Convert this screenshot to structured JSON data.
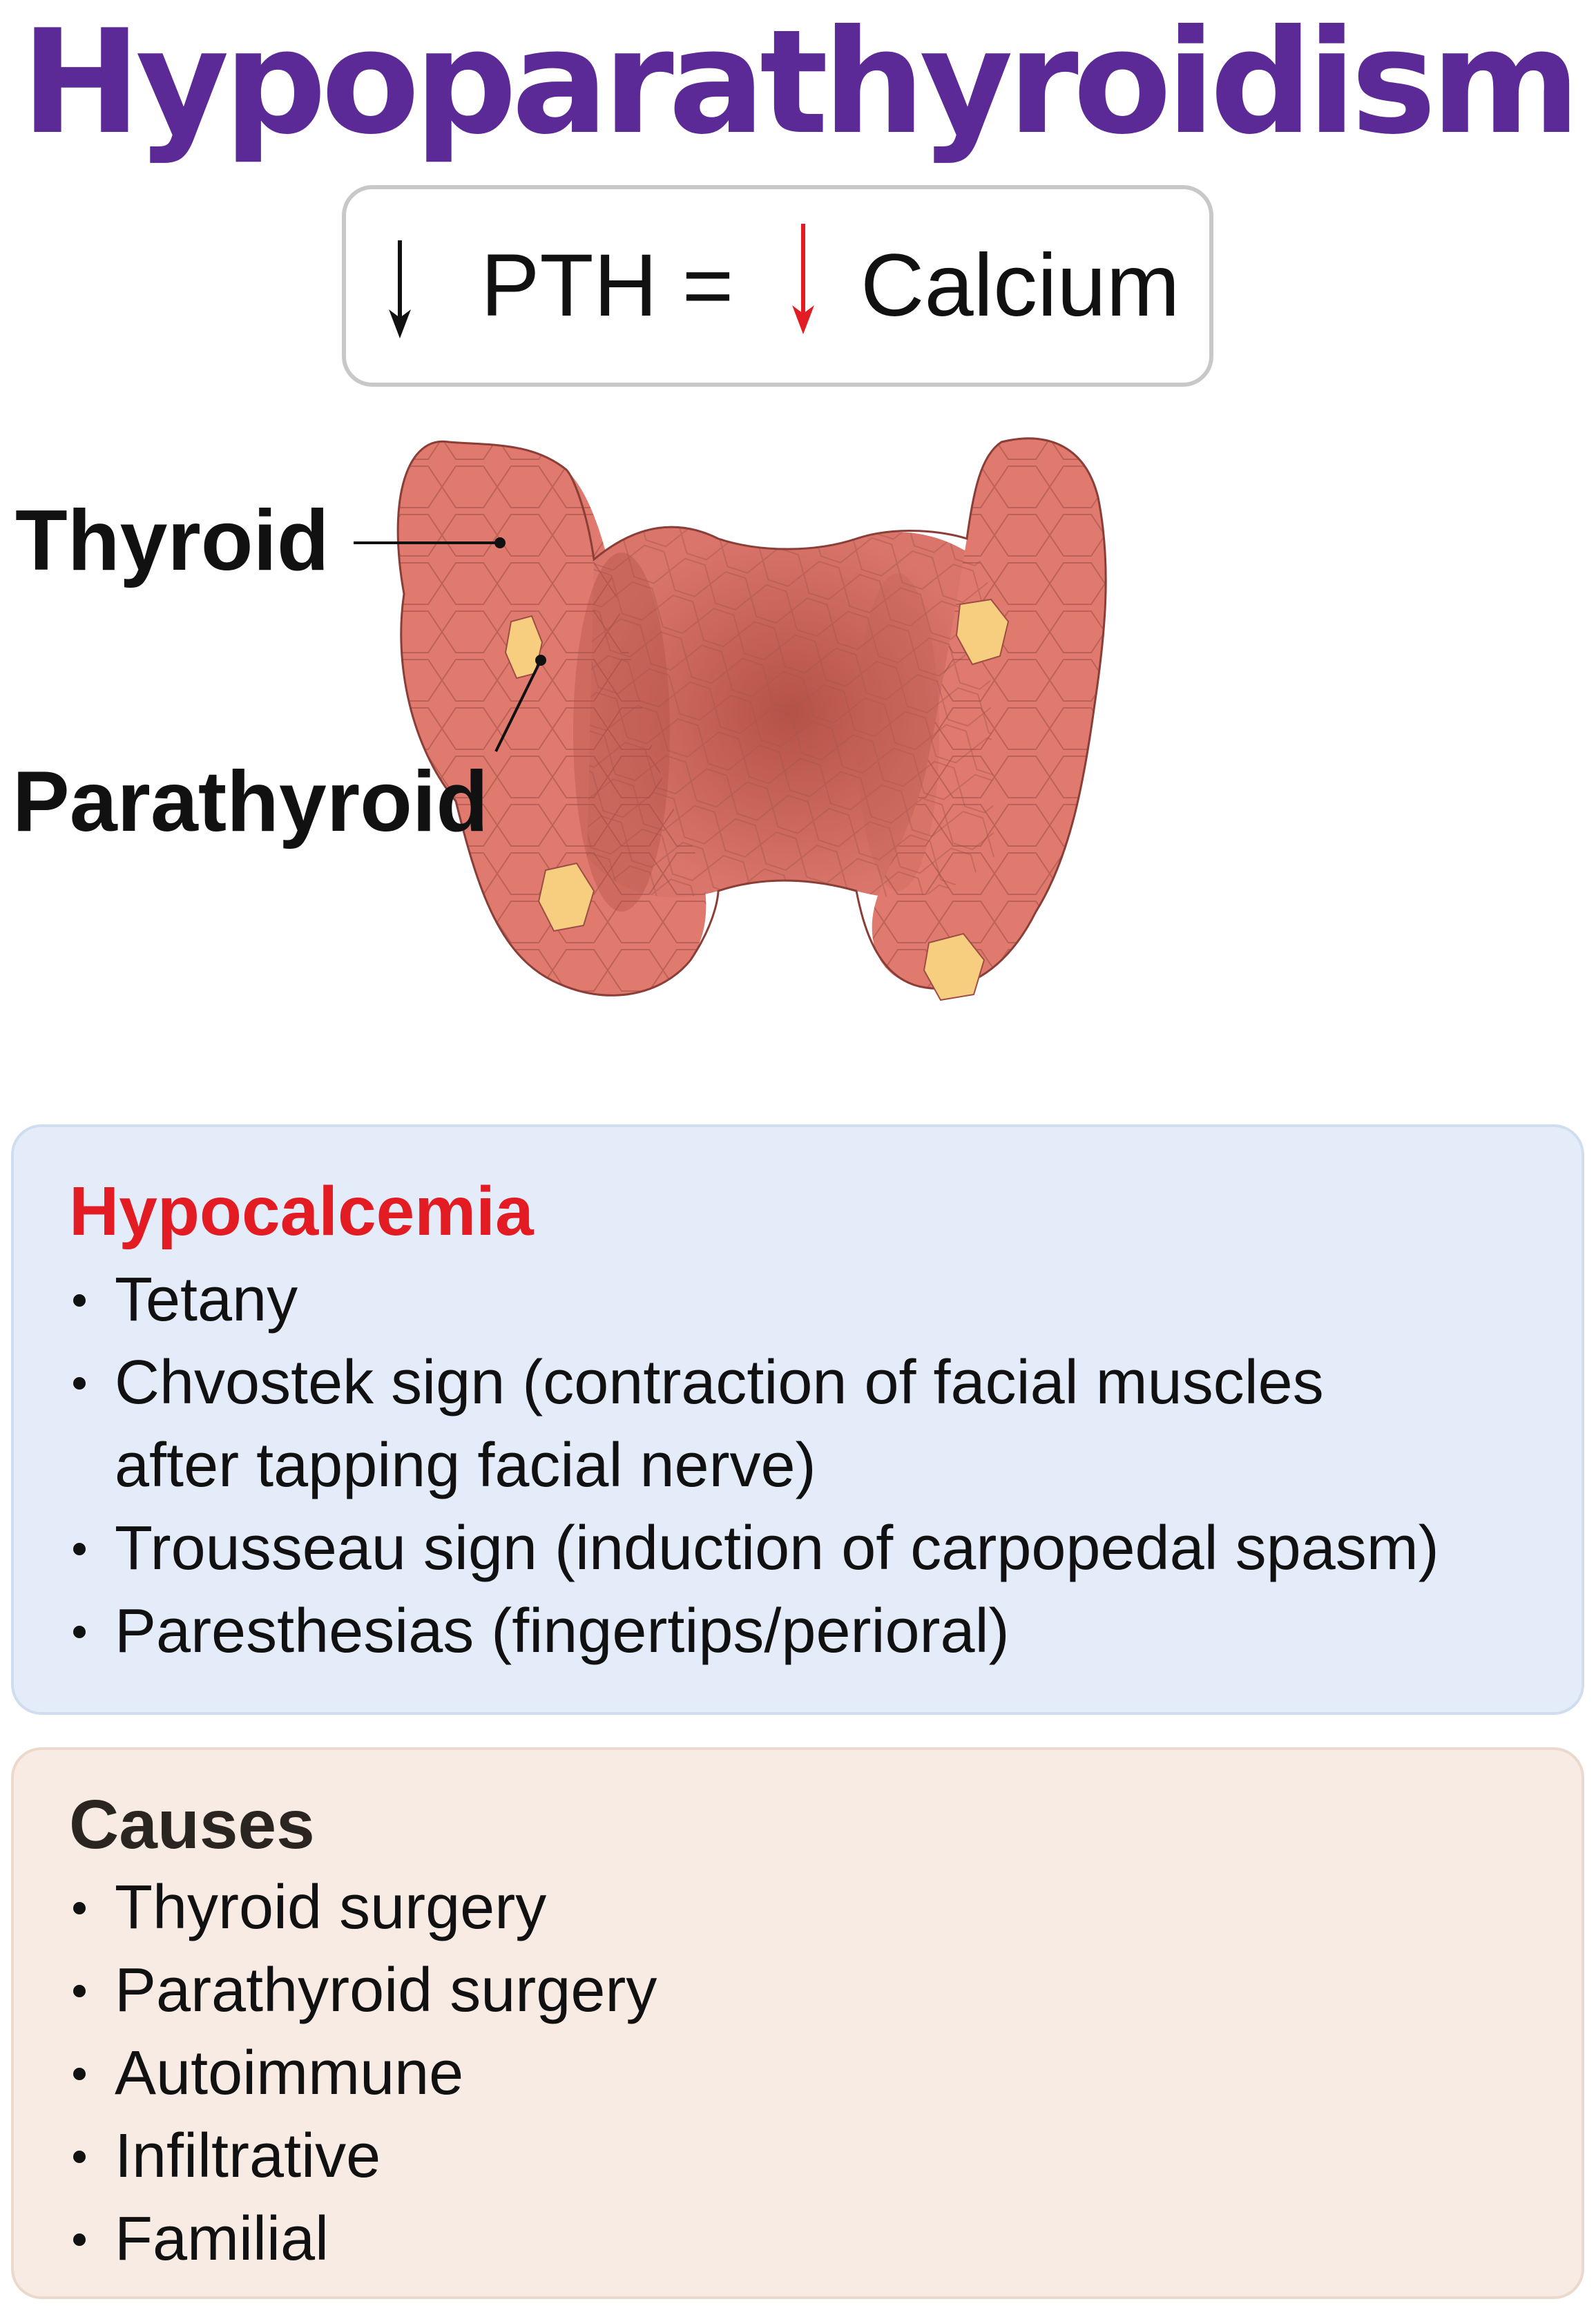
{
  "title": "Hypoparathyroidism",
  "formula": {
    "left_term": "PTH =",
    "right_term": "Calcium",
    "left_arrow_icon": "down-arrow-icon",
    "right_arrow_icon": "down-arrow-icon",
    "left_arrow_color": "#111111",
    "right_arrow_color": "#e31b23"
  },
  "illustration": {
    "thyroid_label": "Thyroid",
    "parathyroid_label": "Parathyroid",
    "thyroid_color": "#e07a6e",
    "parathyroid_color": "#f7cd7f"
  },
  "hypocalcemia": {
    "heading": "Hypocalcemia",
    "heading_color": "#e31b23",
    "items": [
      "Tetany",
      "Chvostek sign (contraction of facial muscles",
      "after tapping facial nerve)",
      "Trousseau sign (induction of carpopedal spasm)",
      "Paresthesias (fingertips/perioral)"
    ]
  },
  "causes": {
    "heading": "Causes",
    "items": [
      "Thyroid surgery",
      "Parathyroid surgery",
      "Autoimmune",
      "Infiltrative",
      "Familial"
    ]
  },
  "colors": {
    "title": "#5b2a96",
    "blue_panel": "#e3ecf8",
    "peach_panel": "#f8ebe3"
  }
}
